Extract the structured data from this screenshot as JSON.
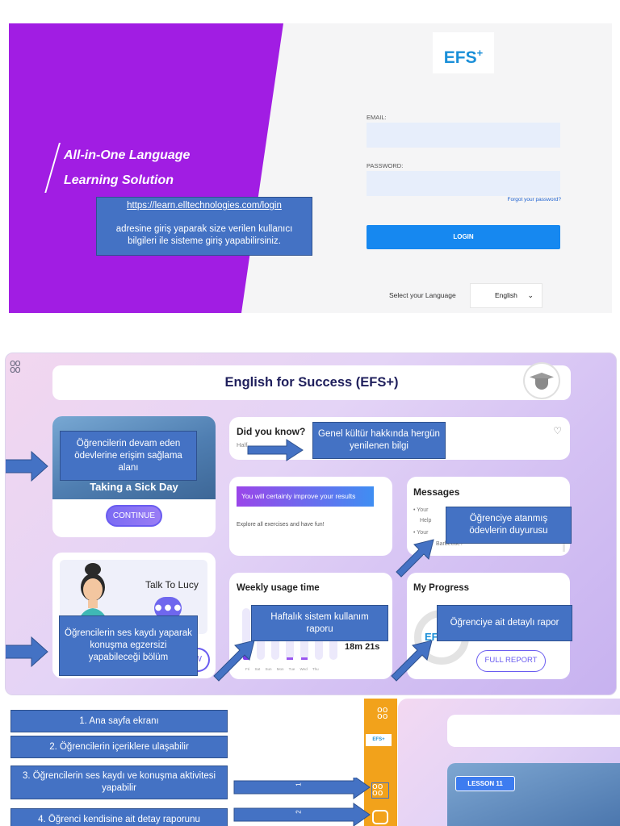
{
  "login": {
    "slogan_line1": "All-in-One Language",
    "slogan_line2": "Learning Solution",
    "callout_url": "https://learn.elltechnologies.com/login",
    "callout_text": "adresine giriş yaparak size verilen kullanıcı bilgileri ile sisteme giriş yapabilirsiniz.",
    "logo": "EFS",
    "logo_plus": "+",
    "email_label": "EMAIL:",
    "email_value": "",
    "password_label": "PASSWORD:",
    "password_value": "",
    "forgot": "Forgot your password?",
    "login_button": "LOGIN",
    "language_label": "Select your Language",
    "language_selected": "English",
    "purple_color": "#a11de3",
    "button_color": "#1688f0"
  },
  "dashboard": {
    "title": "English for Success (EFS+)",
    "lesson_title": "Taking a Sick Day",
    "continue": "CONTINUE",
    "did_you_know_title": "Did you know?",
    "did_you_know_text": "Half",
    "improve_banner": "You will certainly improve your results",
    "improve_text": "Explore all exercises and have fun!",
    "messages_title": "Messages",
    "message_1a": "Your",
    "message_1b": "Help",
    "message_2a": "Your",
    "message_2b": "Barbecue?",
    "lucy_label": "Talk To Lucy",
    "lucy_bubble": "● ● ●",
    "lucy_button": "W",
    "weekly_title": "Weekly usage time",
    "weekly_time": "18m 21s",
    "weekly_days": "Fri Sat Sun Mon Tue Wed Thu",
    "progress_title": "My Progress",
    "progress_ring_text": "EF",
    "full_report": "FULL REPORT",
    "callouts": {
      "lesson": "Öğrencilerin devam eden ödevlerine erişim sağlama alanı",
      "didyou": "Genel kültür hakkında hergün yenilenen bilgi",
      "messages": "Öğrenciye atanmış ödevlerin duyurusu",
      "lucy": "Öğrencilerin ses kaydı yaparak konuşma egzersizi yapabileceği bölüm",
      "weekly": "Haftalık sistem kullanım raporu",
      "progress": "Öğrenciye ait detaylı rapor"
    }
  },
  "nav": {
    "item_1": "1. Ana sayfa ekranı",
    "item_2": "2. Öğrencilerin içeriklere ulaşabilir",
    "item_3": "3. Öğrencilerin ses kaydı ve konuşma aktivitesi yapabilir",
    "item_4": "4. Öğrenci kendisine ait detay raporunu",
    "arrow_1": "1",
    "arrow_2": "2",
    "sidebar_logo": "EFS+",
    "lesson_badge": "LESSON 11",
    "sidebar_color": "#f2a21b"
  }
}
